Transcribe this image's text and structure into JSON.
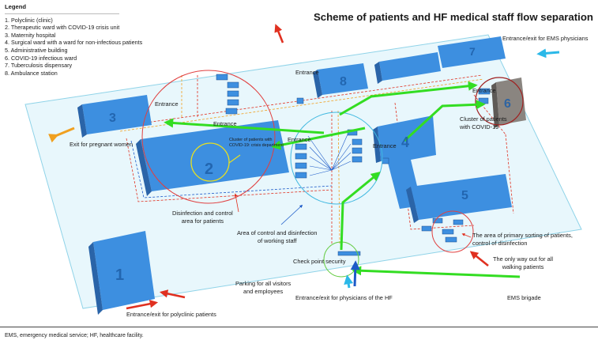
{
  "title": "Scheme of patients and HF medical staff flow separation",
  "legend": {
    "title": "Legend",
    "items": [
      "1. Polyclinic (clinic)",
      "2. Therapeutic ward with COVID-19 crisis unit",
      "3. Maternity hospital",
      "4. Surgical ward with a ward for non-infectious patients",
      "5. Administrative building",
      "6. COVID-19 infectious ward",
      "7. Tuberculosis dispensary",
      "8. Ambulance station"
    ]
  },
  "building_numbers": [
    "1",
    "2",
    "3",
    "4",
    "5",
    "6",
    "7",
    "8"
  ],
  "labels": {
    "entrance_exit_ems": "Entrance/exit for EMS physicians",
    "entrance_top": "Entrance",
    "entrance_left": "Entrance",
    "entrance_mid": "Entrance",
    "entrance_center": "Entrance",
    "entrance_4": "Entrance",
    "entrance_6": "Entrance",
    "cluster_covid_a": "Cluster of patients",
    "cluster_covid_b": "with COVID-19",
    "cluster_crisis_a": "Cluster of patients with",
    "cluster_crisis_b": "COVID-19: crisis department",
    "exit_pregnant": "Exit for pregnant women",
    "disinfection_a": "Disinfection and control",
    "disinfection_b": "area for patients",
    "staff_area_a": "Area of control and disinfection",
    "staff_area_b": "of working staff",
    "checkpoint": "Check point security",
    "primary_sorting_a": "The area of primary sorting of patients,",
    "primary_sorting_b": "control of disinfection",
    "only_way_a": "The only way out for all",
    "only_way_b": "walking patients",
    "parking_a": "Parking for all visitors",
    "parking_b": "and employees",
    "entrance_hf": "Entrance/exit for physicians of the HF",
    "ems_brigade": "EMS brigade",
    "entrance_polyclinic": "Entrance/exit for polyclinic patients"
  },
  "footnote": "EMS, emergency medical service; HF, healthcare facility.",
  "colors": {
    "site": "#e8f7fc",
    "site_border": "#8fd3e8",
    "building": "#3d8fe0",
    "building_dark": "#2a64a8",
    "green_flow": "#33dd22",
    "red_flow": "#e03020",
    "blue_flow": "#1c5ac8",
    "cyan_arrow": "#2bb8e8",
    "orange_arrow": "#f0a020"
  }
}
